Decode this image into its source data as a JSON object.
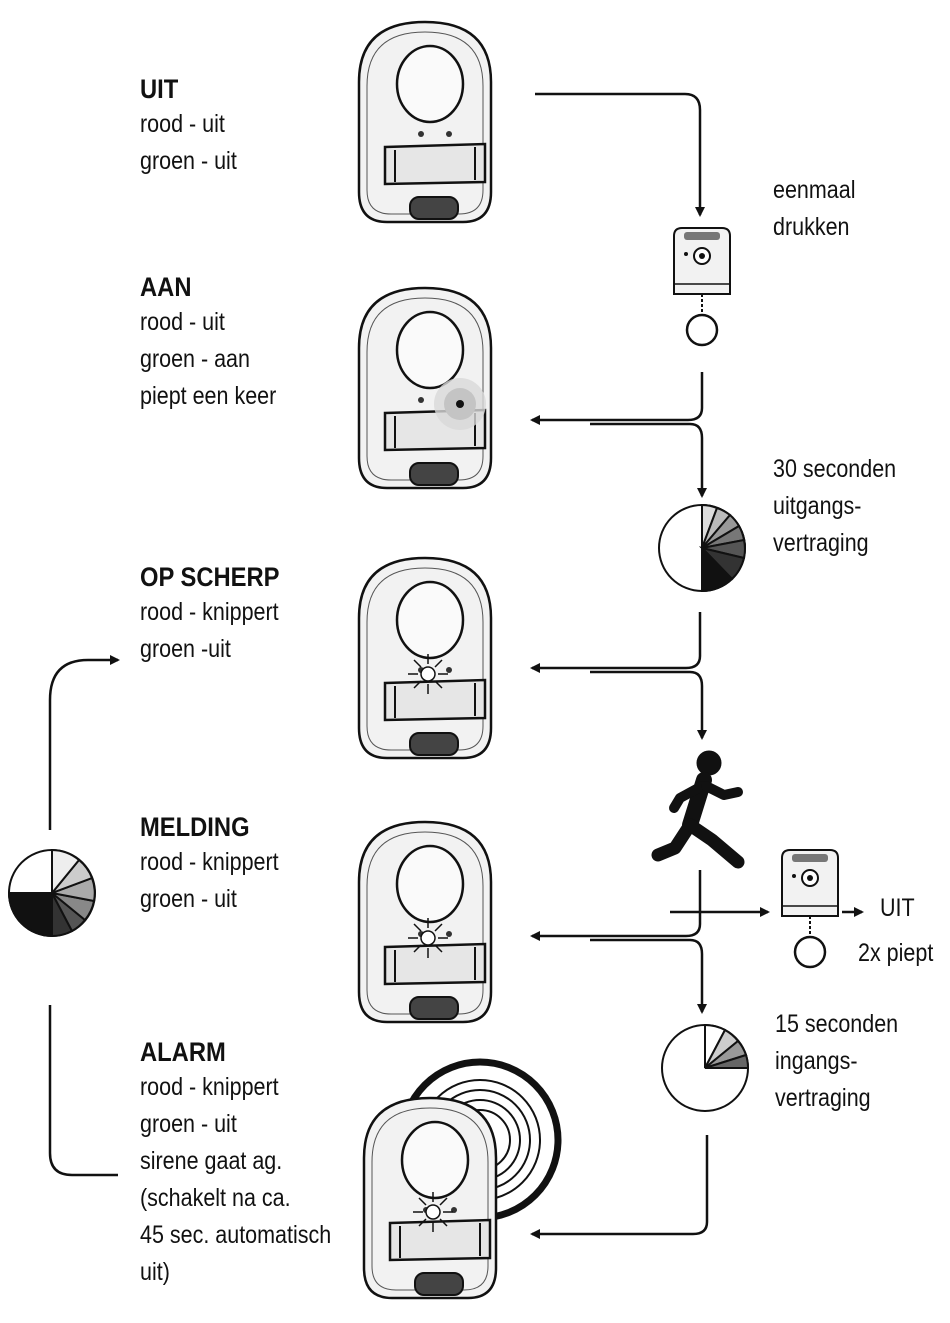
{
  "states": [
    {
      "title": "UIT",
      "lines": [
        "rood - uit",
        "groen - uit"
      ]
    },
    {
      "title": "AAN",
      "lines": [
        "rood - uit",
        "groen  - aan",
        "piept een keer"
      ]
    },
    {
      "title": "OP SCHERP",
      "lines": [
        "rood - knippert",
        "groen -uit"
      ]
    },
    {
      "title": "MELDING",
      "lines": [
        "rood - knippert",
        "groen - uit"
      ]
    },
    {
      "title": "ALARM",
      "lines": [
        "rood - knippert",
        "groen - uit",
        "sirene gaat ag.",
        "(schakelt na ca.",
        "45 sec. automatisch",
        "uit)"
      ]
    }
  ],
  "notes": {
    "press_once": [
      "eenmaal",
      "drukken"
    ],
    "exit_delay": [
      "30 seconden",
      "uitgangs-",
      "vertraging"
    ],
    "entry_delay": [
      "15 seconden",
      "ingangs-",
      "vertraging"
    ],
    "off_label": "UIT",
    "beeps_twice": "2x piept"
  },
  "icons": [
    "motion-sensor-icon",
    "remote-control-icon",
    "timer-pie-icon",
    "walking-person-icon",
    "siren-waves-icon"
  ],
  "colors": {
    "line": "#111111",
    "device_fill": "#f2f2f2",
    "background": "#ffffff"
  }
}
